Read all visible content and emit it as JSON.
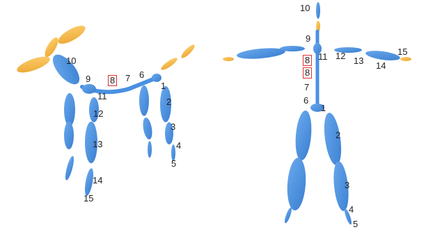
{
  "colors": {
    "limb_blue": "#4a90e2",
    "limb_orange": "#f5b942",
    "highlight_box": "#e03030",
    "label_text": "#222222"
  },
  "left_figure": {
    "labels": [
      "1",
      "2",
      "3",
      "4",
      "5",
      "6",
      "7",
      "8",
      "9",
      "10",
      "11",
      "12",
      "13",
      "14",
      "15"
    ]
  },
  "right_figure": {
    "labels": [
      "1",
      "2",
      "3",
      "4",
      "5",
      "6",
      "7",
      "8",
      "8",
      "9",
      "10",
      "11",
      "12",
      "13",
      "14",
      "15"
    ]
  }
}
